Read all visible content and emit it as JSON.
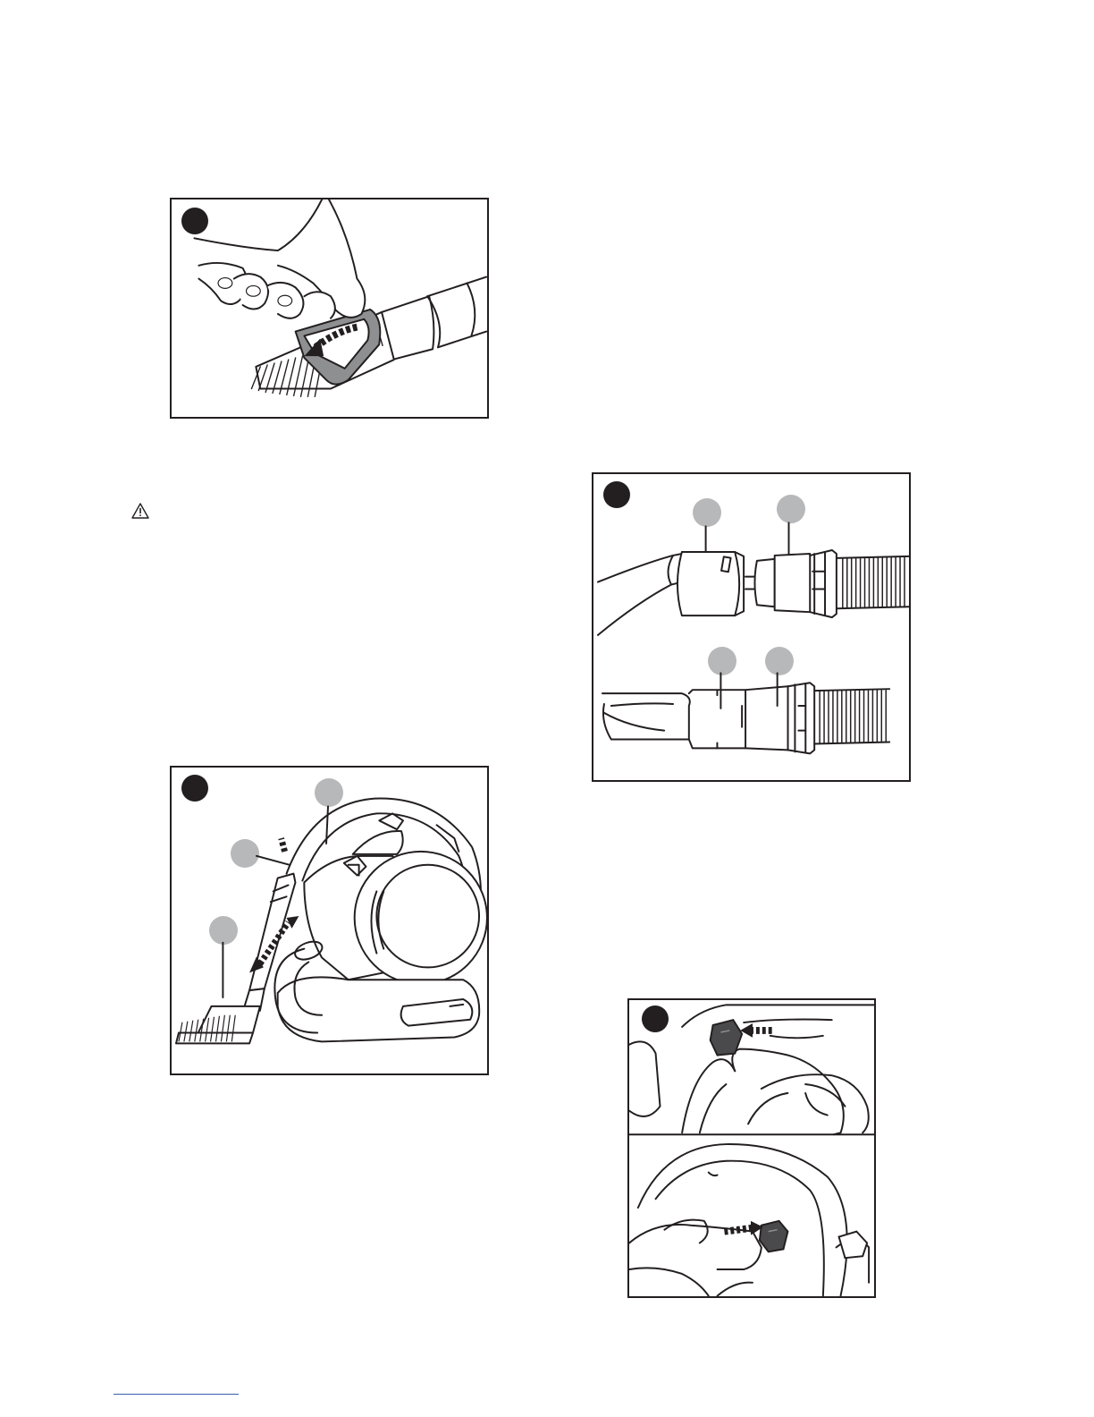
{
  "figures": [
    {
      "id": "brush-attachment",
      "marker": "",
      "callouts": []
    },
    {
      "id": "hose-connectors",
      "marker": "",
      "callouts": [
        "",
        "",
        "",
        ""
      ]
    },
    {
      "id": "crevice-tool",
      "marker": "",
      "callouts": [
        "",
        "",
        ""
      ]
    },
    {
      "id": "release-buttons",
      "marker": "",
      "callouts": []
    }
  ],
  "warning_icon": "warning-triangle-icon",
  "colors": {
    "line": "#231f20",
    "callout": "#b7b8ba",
    "panel_dark": "#4a4a4c",
    "link": "#3a5dae"
  }
}
